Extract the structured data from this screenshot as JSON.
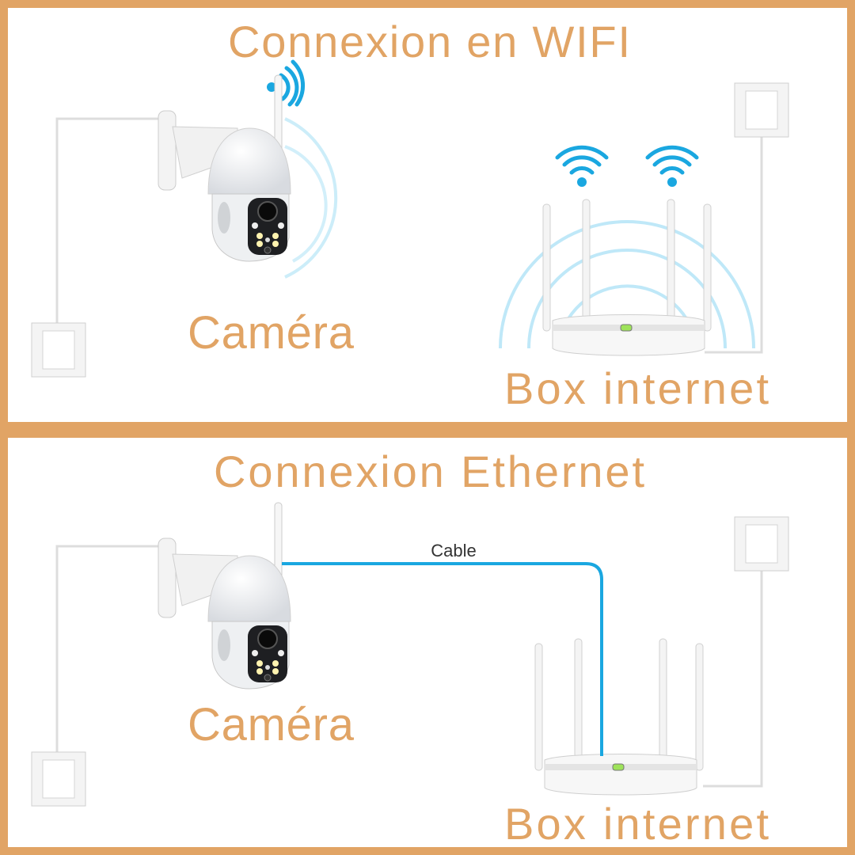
{
  "colors": {
    "frame": "#E1A465",
    "text": "#E1A465",
    "signal": "#1AA7E0",
    "cable": "#1AA7E0"
  },
  "wifi_panel": {
    "title": "Connexion en WIFI",
    "camera_label": "Caméra",
    "box_label": "Box internet"
  },
  "ethernet_panel": {
    "title": "Connexion Ethernet",
    "camera_label": "Caméra",
    "box_label": "Box internet",
    "cable_label": "Cable"
  }
}
